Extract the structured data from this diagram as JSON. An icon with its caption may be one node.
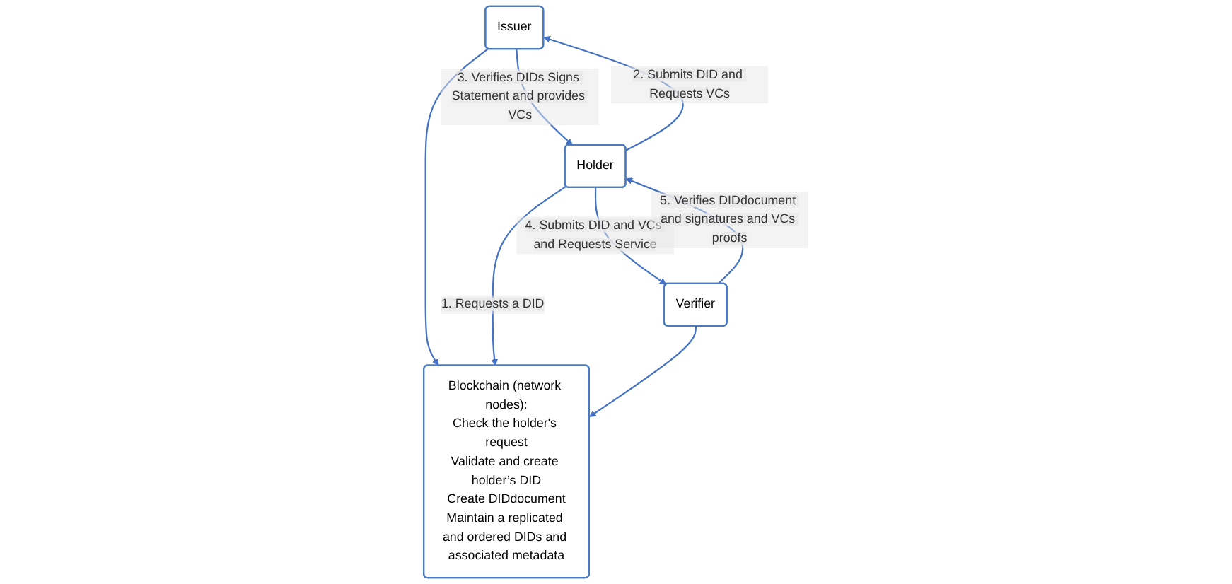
{
  "diagram": {
    "nodes": [
      {
        "text": [
          "Issuer"
        ]
      },
      {
        "text": [
          "Holder"
        ]
      },
      {
        "text": [
          "Verifier"
        ]
      },
      {
        "text": [
          "Blockchain (network nodes):",
          "Check the holder's request",
          "Validate and create holder’s DID",
          "Create DIDdocument",
          "Maintain a replicated and ordered DIDs and associated metadata"
        ]
      }
    ],
    "edges": [
      {
        "from": 1,
        "to": 0,
        "arrow": "to",
        "label": "2. Submits DID and Requests VCs"
      },
      {
        "from": 0,
        "to": 1,
        "arrow": "to",
        "label": "3. Verifies DIDs Signs Statement and provides VCs"
      },
      {
        "from": 1,
        "to": 2,
        "arrow": "to",
        "label": "4. Submits DID and VCs and Requests Service"
      },
      {
        "from": 2,
        "to": 1,
        "arrow": "to",
        "label": "5. Verifies DIDdocument and signatures and VCs proofs"
      },
      {
        "from": 0,
        "to": 3,
        "arrow": "to"
      },
      {
        "from": 1,
        "to": 3,
        "arrow": "to",
        "label": "1. Requests a DID"
      },
      {
        "from": 2,
        "to": 3,
        "arrow": "to"
      }
    ]
  }
}
